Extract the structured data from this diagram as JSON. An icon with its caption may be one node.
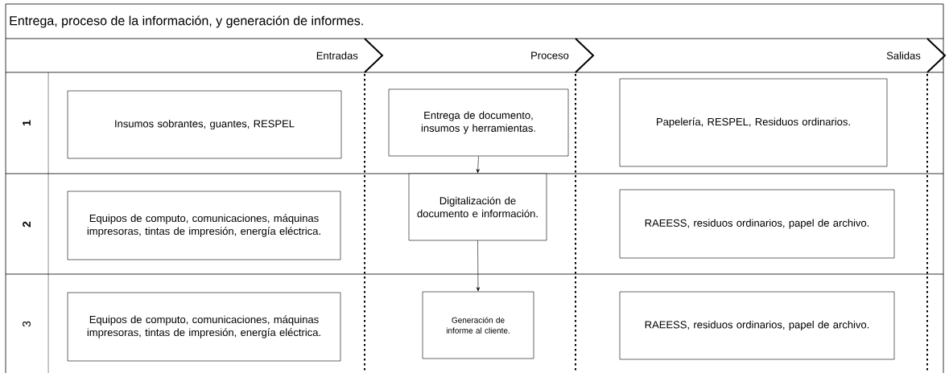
{
  "diagram": {
    "title": "Entrega, proceso de la información, y generación de informes.",
    "nodes": [
      {
        "text": [
          "Insumos sobrantes, guantes, RESPEL"
        ]
      },
      {
        "text": [
          "Entrega de documento, insumos y herramientas."
        ]
      },
      {
        "text": [
          "Papelería, RESPEL, Residuos ordinarios."
        ]
      },
      {
        "text": [
          "Equipos de computo, comunicaciones, máquinas impresoras, tintas de impresión, energía eléctrica."
        ]
      },
      {
        "text": [
          "Digitalización de documento e información."
        ]
      },
      {
        "text": [
          "RAEESS, residuos ordinarios, papel de archivo."
        ]
      },
      {
        "text": [
          "Equipos de computo, comunicaciones, máquinas impresoras, tintas de impresión, energía eléctrica."
        ]
      },
      {
        "text": [
          "Generación de informe al cliente."
        ]
      },
      {
        "text": [
          "RAEESS, residuos ordinarios, papel de archivo."
        ]
      }
    ],
    "edges": [
      {
        "from": 1,
        "to": 4,
        "arrow": "to"
      },
      {
        "from": 4,
        "to": 7,
        "arrow": "to"
      }
    ],
    "labels": [
      "Entradas",
      "Proceso",
      "Salidas",
      "1",
      "2",
      "3"
    ]
  }
}
